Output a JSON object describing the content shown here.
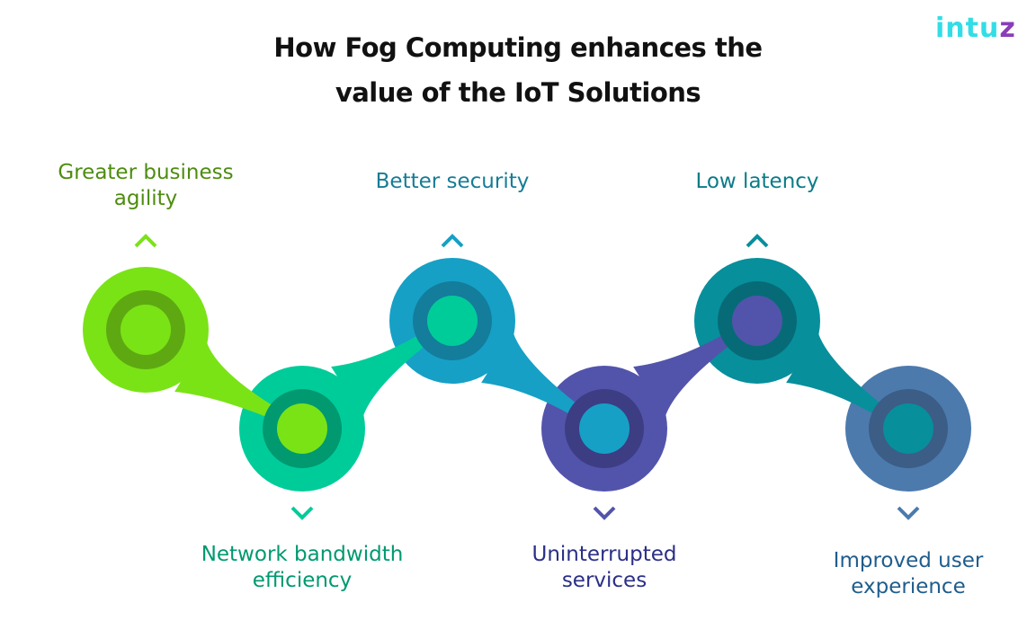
{
  "title_line1": "How Fog Computing enhances the",
  "title_line2": "value of the IoT Solutions",
  "logo": {
    "text": "intuz",
    "main": "intu",
    "accent": "z"
  },
  "items": [
    {
      "label_line1": "Greater business",
      "label_line2": "agility",
      "position": "top",
      "color": "#7ae316",
      "dark": "#5ea911",
      "text_color": "#4e8c0f",
      "chevron": "chevron-up-icon"
    },
    {
      "label_line1": "Network bandwidth",
      "label_line2": "efficiency",
      "position": "bottom",
      "color": "#00cc9a",
      "dark": "#009970",
      "text_color": "#009970",
      "chevron": "chevron-down-icon"
    },
    {
      "label_line1": "Better security",
      "label_line2": "",
      "position": "top",
      "color": "#16a0c6",
      "dark": "#137d9b",
      "text_color": "#177c96",
      "chevron": "chevron-up-icon"
    },
    {
      "label_line1": "Uninterrupted",
      "label_line2": "services",
      "position": "bottom",
      "color": "#5254ab",
      "dark": "#3c3d83",
      "text_color": "#2b2f86",
      "chevron": "chevron-down-icon"
    },
    {
      "label_line1": "Low latency",
      "label_line2": "",
      "position": "top",
      "color": "#078f9c",
      "dark": "#066b76",
      "text_color": "#0b7b88",
      "chevron": "chevron-up-icon"
    },
    {
      "label_line1": "Improved user",
      "label_line2": "experience",
      "position": "bottom",
      "color": "#4c7aad",
      "dark": "#3b5d86",
      "text_color": "#1f5d8c",
      "chevron": "chevron-down-icon"
    }
  ]
}
